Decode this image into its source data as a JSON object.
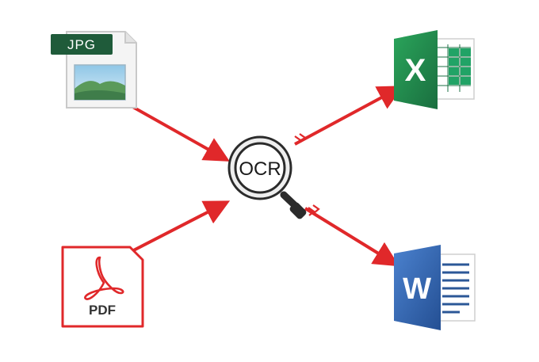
{
  "diagram": {
    "center": {
      "label": "OCR",
      "icon": "magnifying-glass-icon"
    },
    "inputs": [
      {
        "id": "jpg",
        "label": "JPG",
        "icon": "jpg-file-icon"
      },
      {
        "id": "pdf",
        "label": "PDF",
        "icon": "pdf-file-icon"
      }
    ],
    "outputs": [
      {
        "id": "excel",
        "label": "X",
        "icon": "excel-icon"
      },
      {
        "id": "word",
        "label": "W",
        "icon": "word-icon"
      }
    ],
    "colors": {
      "arrow": "#e0282a",
      "jpg_tag": "#1f5b3a",
      "pdf": "#e0282a",
      "excel": "#1e7145",
      "word": "#2b5797",
      "ocr_ring": "#e8e8e8"
    }
  }
}
